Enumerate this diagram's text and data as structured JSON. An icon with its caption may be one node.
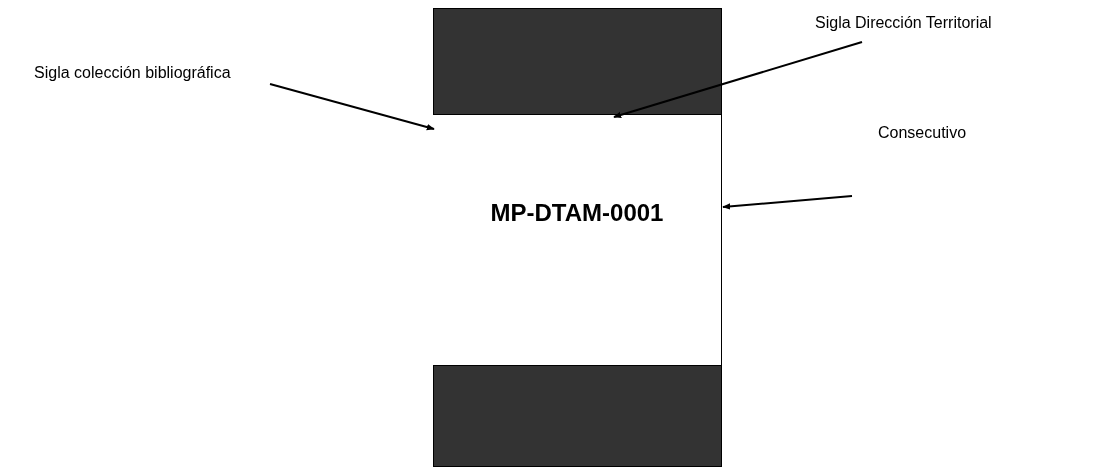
{
  "diagram": {
    "nodes": [
      {
        "text": [
          "Sigla colección bibliográfica"
        ]
      },
      {
        "text": [
          "Sigla Dirección Territorial"
        ]
      },
      {
        "text": [
          "Consecutivo"
        ]
      },
      {
        "text": [],
        "shape": "bar"
      },
      {
        "text": [
          "MP-DTAM-0001"
        ]
      },
      {
        "text": [],
        "shape": "bar"
      }
    ],
    "edges": [
      {
        "from": 0,
        "to": 4,
        "arrow": "to"
      },
      {
        "from": 1,
        "to": 4,
        "arrow": "to"
      },
      {
        "from": 2,
        "to": 4,
        "arrow": "to"
      }
    ]
  }
}
